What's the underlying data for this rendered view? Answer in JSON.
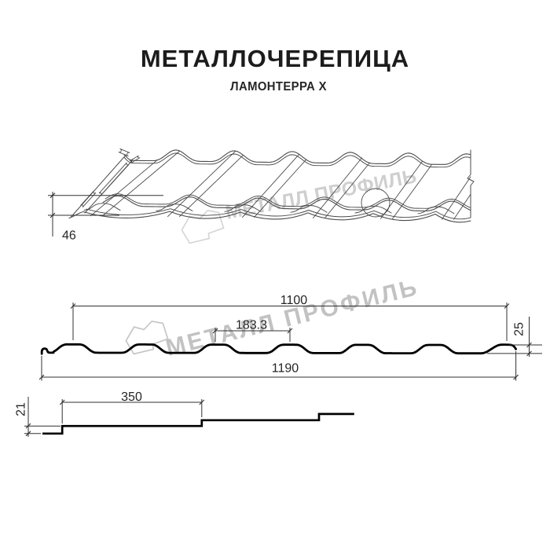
{
  "header": {
    "title": "МЕТАЛЛОЧЕРЕПИЦА",
    "subtitle": "ЛАМОНТЕРРА Х"
  },
  "perspective_view": {
    "dim_step_height": "46"
  },
  "cross_section": {
    "dim_cover_width": "1100",
    "dim_wave_pitch": "183.3",
    "dim_profile_height": "25",
    "dim_overall_width": "1190"
  },
  "longitudinal_section": {
    "dim_module_length": "350",
    "dim_step_height": "21"
  },
  "watermark": {
    "text": "МЕТАЛЛ ПРОФИЛЬ",
    "logo": "metall-profil-logo"
  },
  "colors": {
    "line": "#4a4a4a",
    "dimension": "#303030",
    "profile": "#000000",
    "watermark": "#c6c6c6",
    "title": "#1c1c1c",
    "background": "#ffffff"
  }
}
